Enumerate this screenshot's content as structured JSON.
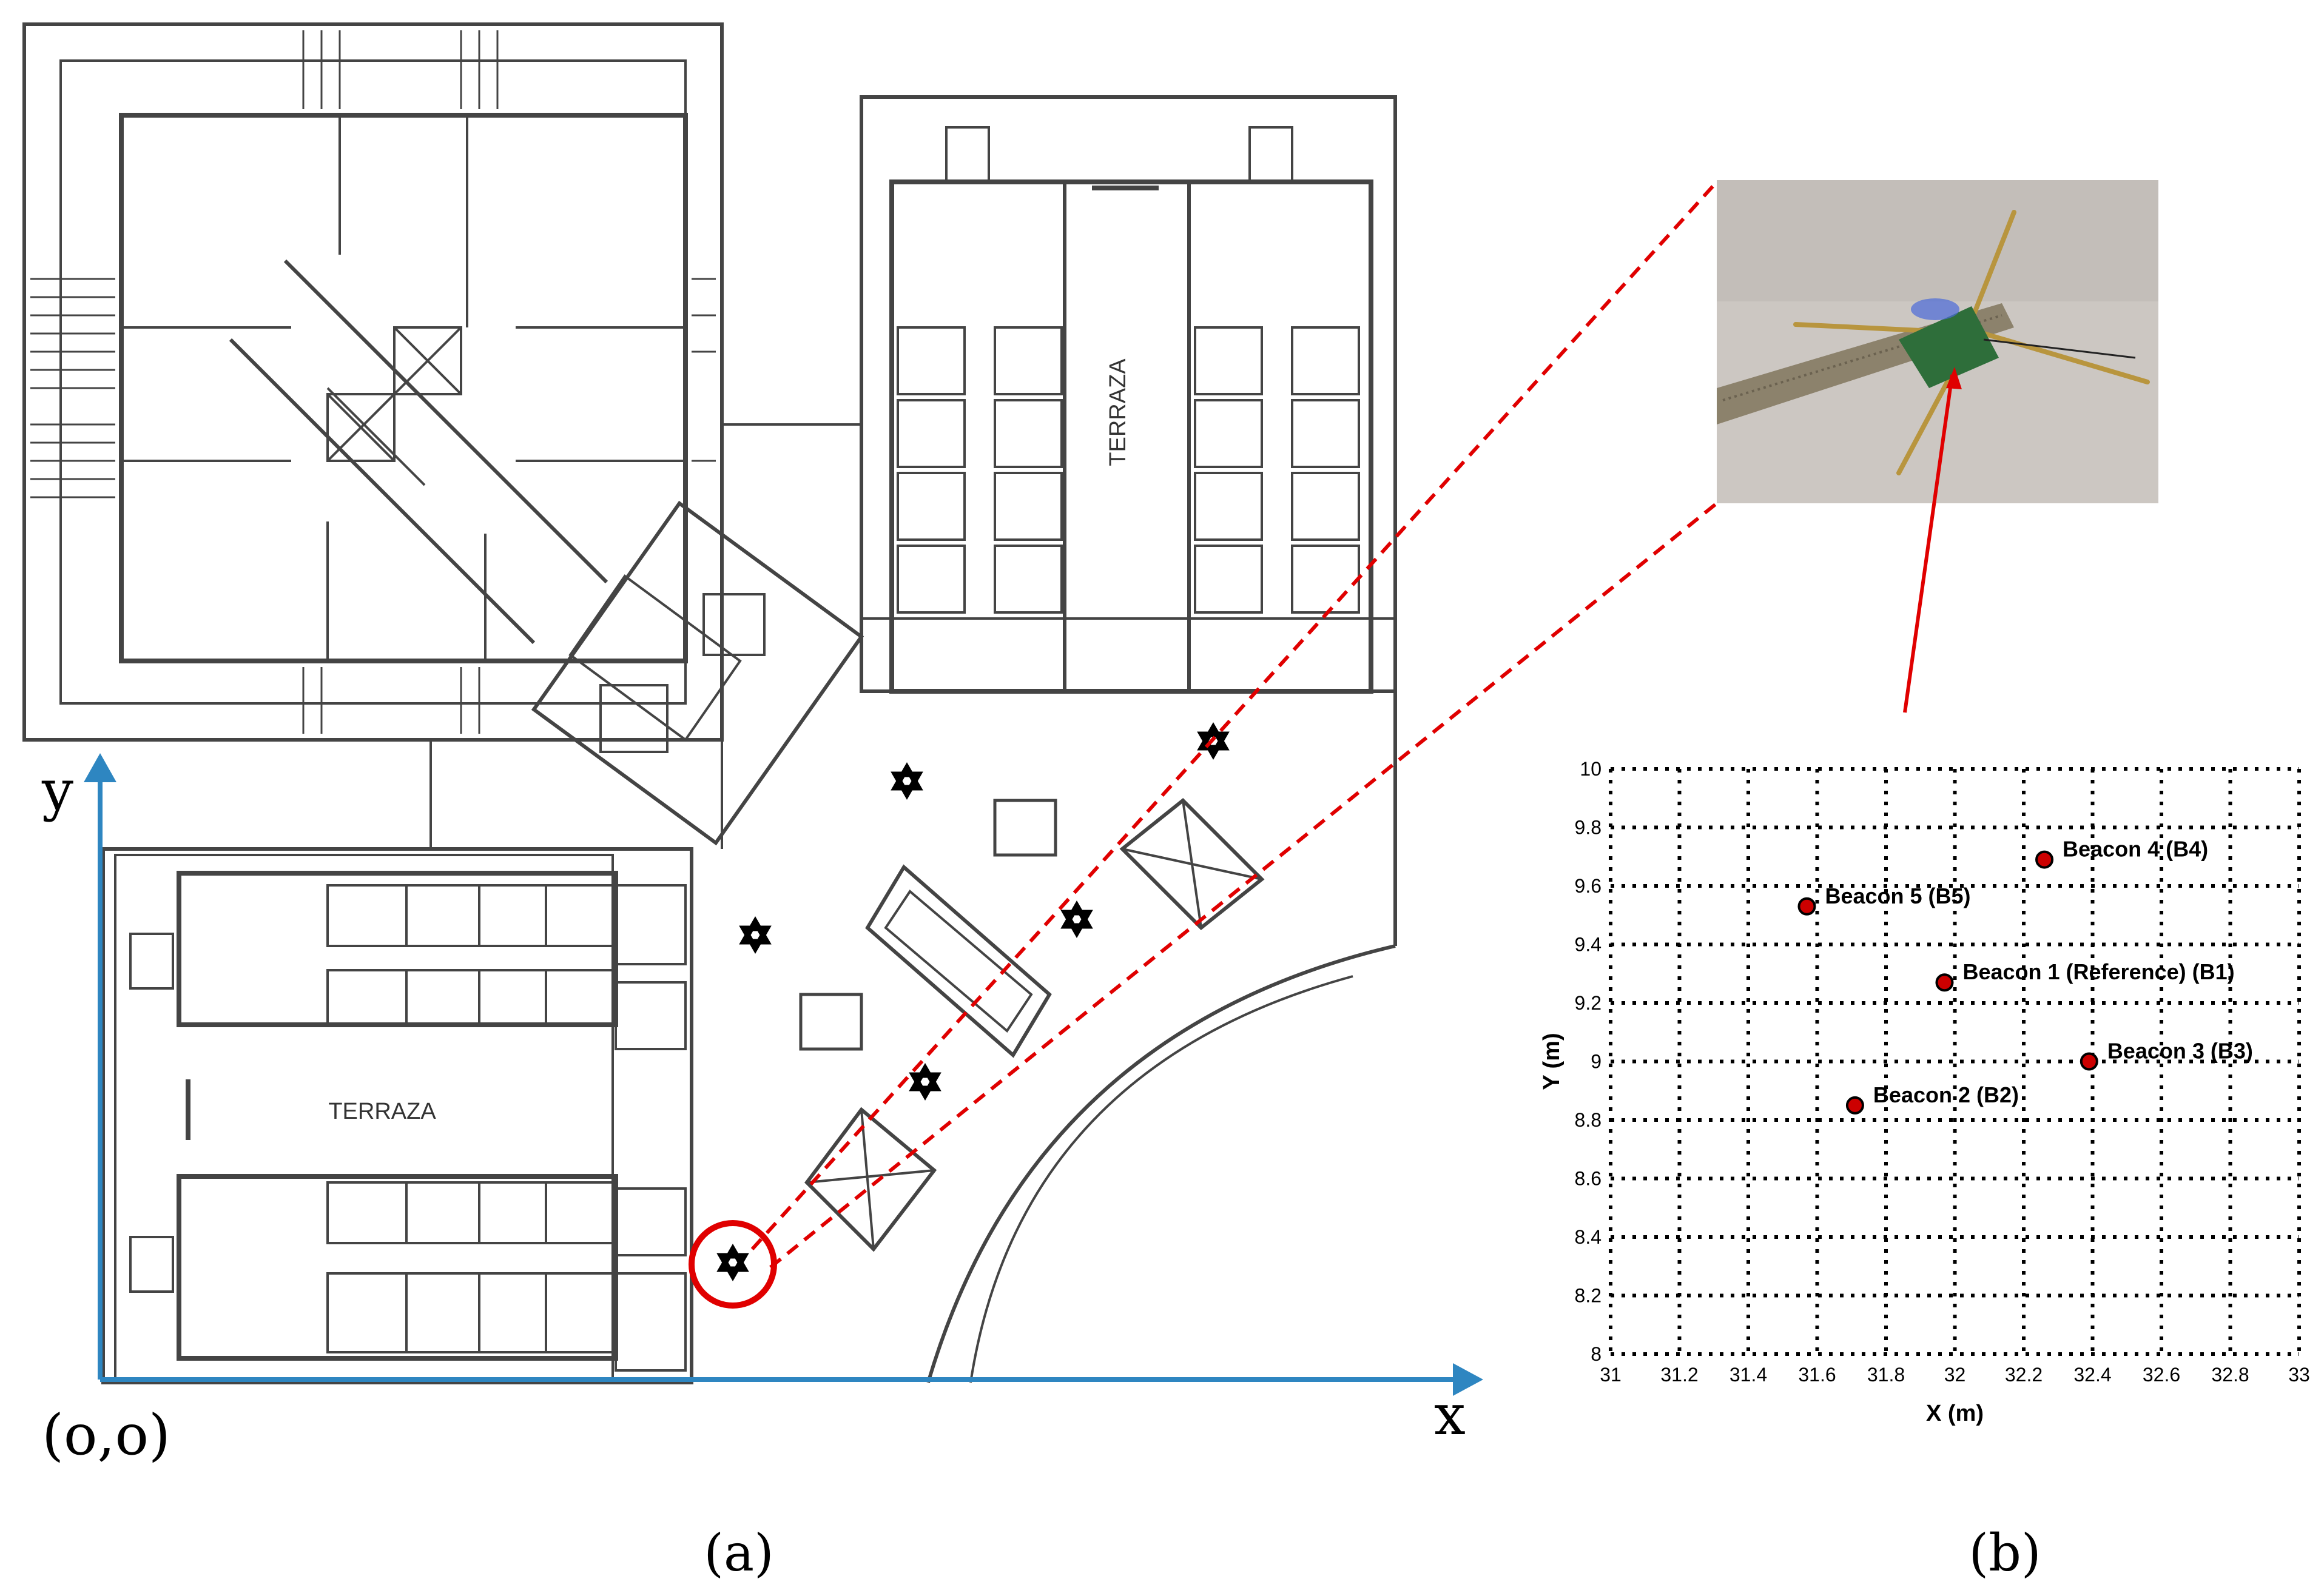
{
  "panel_a": {
    "caption": "(a)",
    "axis_y_label": "y",
    "axis_x_label": "x",
    "origin_label": "(o,o)",
    "terrace_label_right": "TERRAZA",
    "terrace_label_left": "TERRAZA",
    "axis_color": "#2e86c1",
    "highlight_color": "#e00000",
    "icons": [
      "beacon-star-icon"
    ]
  },
  "panel_b": {
    "caption": "(b)",
    "photo_description_icon": "beacon-device-photo",
    "chart_data": {
      "type": "scatter",
      "xlabel": "X (m)",
      "ylabel": "Y (m)",
      "xlim": [
        31,
        33
      ],
      "ylim": [
        8,
        10
      ],
      "grid": true,
      "x_ticks": [
        "31",
        "31.2",
        "31.4",
        "31.6",
        "31.8",
        "32",
        "32.2",
        "32.4",
        "32.6",
        "32.8",
        "33"
      ],
      "y_ticks": [
        "8",
        "8.2",
        "8.4",
        "8.6",
        "8.8",
        "9",
        "9.2",
        "9.4",
        "9.6",
        "9.8",
        "10"
      ],
      "points": [
        {
          "label": "Beacon 1 (Reference) (B1)",
          "x": 31.97,
          "y": 9.27
        },
        {
          "label": "Beacon 2  (B2)",
          "x": 31.71,
          "y": 8.85
        },
        {
          "label": "Beacon 3 (B3)",
          "x": 32.39,
          "y": 9.0
        },
        {
          "label": "Beacon 4 (B4)",
          "x": 32.26,
          "y": 9.69
        },
        {
          "label": "Beacon 5 (B5)",
          "x": 31.57,
          "y": 9.53
        }
      ],
      "point_color": "#cc0000"
    }
  }
}
